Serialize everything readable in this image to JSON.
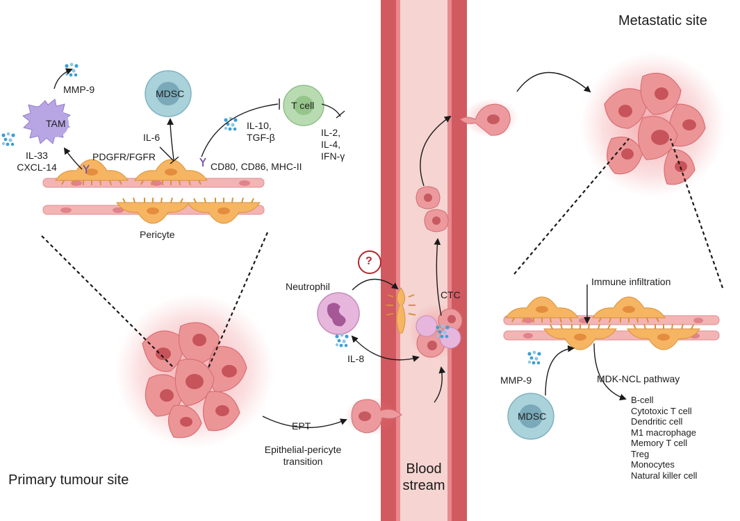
{
  "regions": {
    "primary_site": "Primary tumour site",
    "metastatic_site": "Metastatic site",
    "blood_stream_line1": "Blood",
    "blood_stream_line2": "stream"
  },
  "cells": {
    "tam": "TAM",
    "mdsc_top": "MDSC",
    "t_cell": "T cell",
    "mdsc_bottom": "MDSC",
    "neutrophil": "Neutrophil",
    "pericyte": "Pericyte",
    "ctc": "CTC"
  },
  "molecules": {
    "mmp9_top": "MMP-9",
    "il6": "IL-6",
    "il10_tgfb": [
      "IL-10,",
      "TGF-β"
    ],
    "il_t": [
      "IL-2,",
      "IL-4,",
      "IFN-γ"
    ],
    "il33_cxcl14": [
      "IL-33",
      "CXCL-14"
    ],
    "pdgfr_fgfr": "PDGFR/FGFR",
    "cd80": "CD80, CD86, MHC-II",
    "il8": "IL-8",
    "mmp9_bottom": "MMP-9"
  },
  "processes": {
    "ept": "EPT",
    "ept_full": [
      "Epithelial-pericyte",
      "transition"
    ],
    "immune_infiltration": "Immune infiltration",
    "mdk_ncl": "MDK-NCL pathway",
    "question_mark": "?"
  },
  "immune_cell_list": [
    "B-cell",
    "Cytotoxic T cell",
    "Dendritic cell",
    "M1 macrophage",
    "Memory T cell",
    "Treg",
    "Monocytes",
    "Natural killer cell"
  ],
  "colors": {
    "vessel_wall": "#d05a60",
    "vessel_lumen": "#f5d4d1",
    "endothelial": "#f3b4b4",
    "pericyte": "#f6b562",
    "tumour": "#e9878a",
    "mdsc": "#9fcbd4",
    "t_cell": "#b9dbb2",
    "tam": "#b8a6e4",
    "neutrophil": "#e6b6dc",
    "particles": "#3d9fd1",
    "question_ring": "#b3262b"
  }
}
